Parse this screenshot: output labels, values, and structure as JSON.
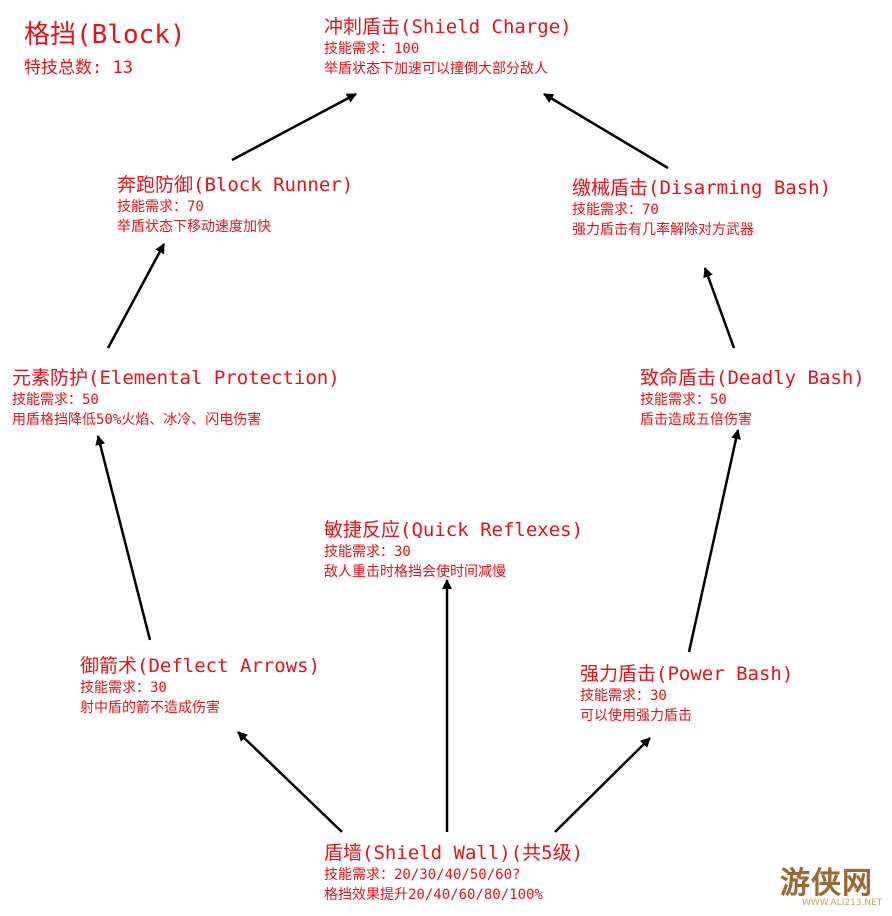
{
  "header": {
    "title": "格挡(Block)",
    "subtitle": "特技总数: 13"
  },
  "nodes": {
    "shield_charge": {
      "name": "冲刺盾击(Shield Charge)",
      "req": "技能需求：100",
      "desc": "举盾状态下加速可以撞倒大部分敌人"
    },
    "block_runner": {
      "name": "奔跑防御(Block Runner)",
      "req": "技能需求：70",
      "desc": "举盾状态下移动速度加快"
    },
    "disarming_bash": {
      "name": "缴械盾击(Disarming Bash)",
      "req": "技能需求：70",
      "desc": "强力盾击有几率解除对方武器"
    },
    "elemental_protection": {
      "name": "元素防护(Elemental Protection)",
      "req": "技能需求：50",
      "desc": "用盾格挡降低50%火焰、冰冷、闪电伤害"
    },
    "deadly_bash": {
      "name": "致命盾击(Deadly Bash)",
      "req": "技能需求：50",
      "desc": "盾击造成五倍伤害"
    },
    "quick_reflexes": {
      "name": "敏捷反应(Quick Reflexes)",
      "req": "技能需求：30",
      "desc": "敌人重击时格挡会使时间减慢"
    },
    "deflect_arrows": {
      "name": "御箭术(Deflect Arrows)",
      "req": "技能需求：30",
      "desc": "射中盾的箭不造成伤害"
    },
    "power_bash": {
      "name": "强力盾击(Power Bash)",
      "req": "技能需求：30",
      "desc": "可以使用强力盾击"
    },
    "shield_wall": {
      "name": "盾墙(Shield Wall)(共5级)",
      "req": "技能需求：20/30/40/50/60?",
      "desc": "格挡效果提升20/40/60/80/100%"
    }
  },
  "watermark": {
    "text": "游侠网",
    "url": "WWW.ALI213.NET"
  },
  "colors": {
    "text": "#e8111a",
    "arrow": "#000000",
    "watermark": "#9b6a33"
  }
}
